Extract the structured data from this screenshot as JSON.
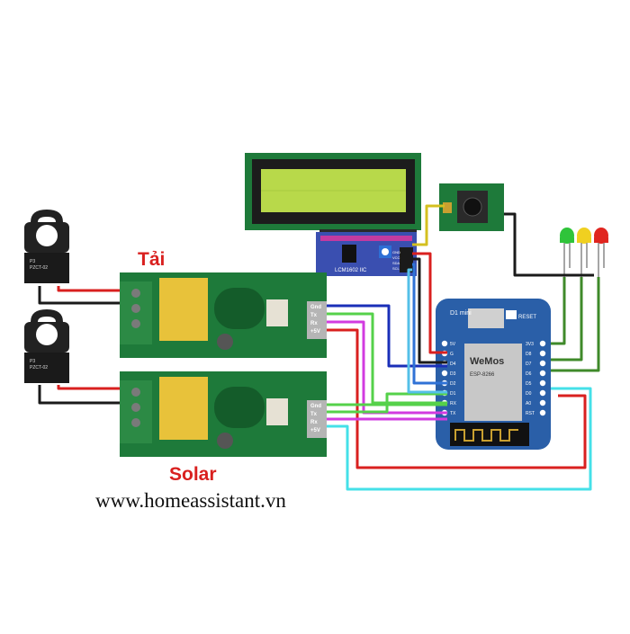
{
  "labels": {
    "load": "Tải",
    "solar": "Solar",
    "website": "www.homeassistant.vn"
  },
  "ct_sensor": {
    "line1": "P3",
    "line2": "PZCT-02"
  },
  "pzem_pins": [
    "Gnd",
    "Tx",
    "Rx",
    "+5V"
  ],
  "lcd": {
    "backpack_label": "LCM1602 IIC",
    "pins": [
      "GND",
      "VCC",
      "SDA",
      "SCL"
    ]
  },
  "wemos": {
    "brand": "WeMos",
    "chip": "ESP-8266",
    "model": "D1 mini",
    "reset": "RESET",
    "pins_right": [
      "3V3",
      "D8",
      "D7",
      "D6",
      "D5",
      "D0",
      "A0",
      "RST"
    ],
    "pins_left": [
      "5V",
      "G",
      "D4",
      "D3",
      "D2",
      "D1",
      "RX",
      "TX"
    ]
  },
  "colors": {
    "pcb": "#1e7a3a",
    "pcb_dark": "#145c2a",
    "relay": "#e8c23a",
    "lcd_screen": "#b8d94a",
    "lcd_frame": "#1c1c1c",
    "wemos_board": "#2a5fa8",
    "wire_red": "#d9201f",
    "wire_black": "#1a1a1a",
    "wire_green": "#55d14a",
    "wire_blue": "#1a2fb8",
    "wire_magenta": "#d23be0",
    "wire_cyan": "#45e0e8",
    "wire_olive": "#3f8a2a",
    "led_green": "#2fc43a",
    "led_yellow": "#f0d020",
    "led_red": "#e0251f"
  }
}
